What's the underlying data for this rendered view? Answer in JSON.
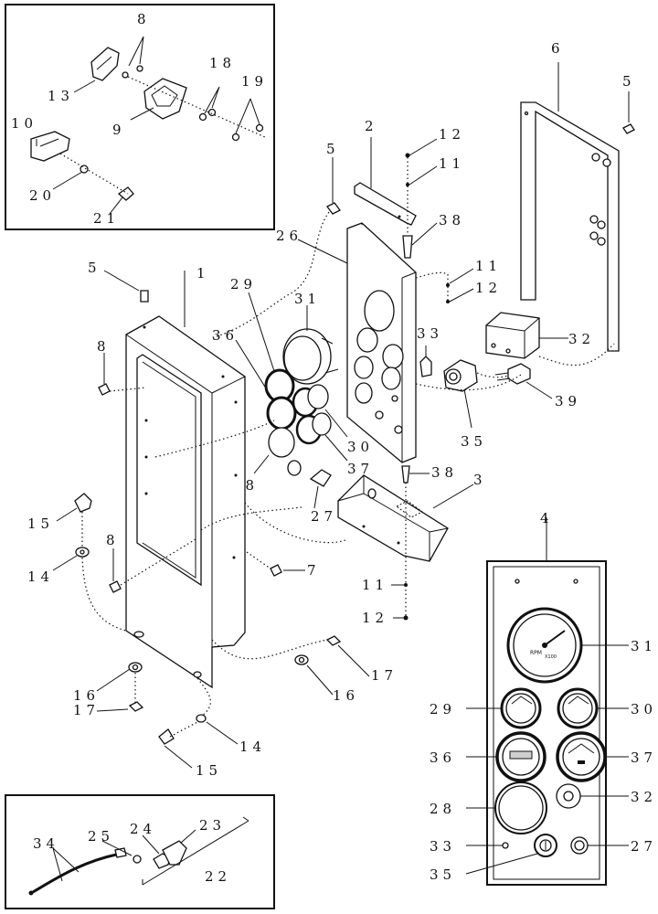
{
  "labels": {
    "l1": "1",
    "l2": "2",
    "l3": "3",
    "l4": "4",
    "l5a": "5",
    "l5b": "5",
    "l5c": "5",
    "l6": "6",
    "l7": "7",
    "l8a": "8",
    "l8b": "8",
    "l8c": "8",
    "l9": "9",
    "l10": "10",
    "l11a": "11",
    "l11b": "11",
    "l11c": "11",
    "l12a": "12",
    "l12b": "12",
    "l12c": "12",
    "l13": "13",
    "l14a": "14",
    "l14b": "14",
    "l15a": "15",
    "l15b": "15",
    "l16a": "16",
    "l16b": "16",
    "l17a": "17",
    "l17b": "17",
    "l18": "18",
    "l19": "19",
    "l20": "20",
    "l21": "21",
    "l22": "22",
    "l23": "23",
    "l24": "24",
    "l25": "25",
    "l26": "26",
    "l27a": "27",
    "l27b": "27",
    "l28a": "28",
    "l28b": "28",
    "l29a": "29",
    "l29b": "29",
    "l30a": "30",
    "l30b": "30",
    "l31a": "31",
    "l31b": "31",
    "l32a": "32",
    "l32b": "32",
    "l33a": "33",
    "l33b": "33",
    "l34": "34",
    "l35a": "35",
    "l35b": "35",
    "l36a": "36",
    "l36b": "36",
    "l37a": "37",
    "l37b": "37",
    "l38a": "38",
    "l38b": "38",
    "l39": "39"
  },
  "gauges": {
    "tach_unit": "RPM",
    "tach_scale": "X100"
  }
}
